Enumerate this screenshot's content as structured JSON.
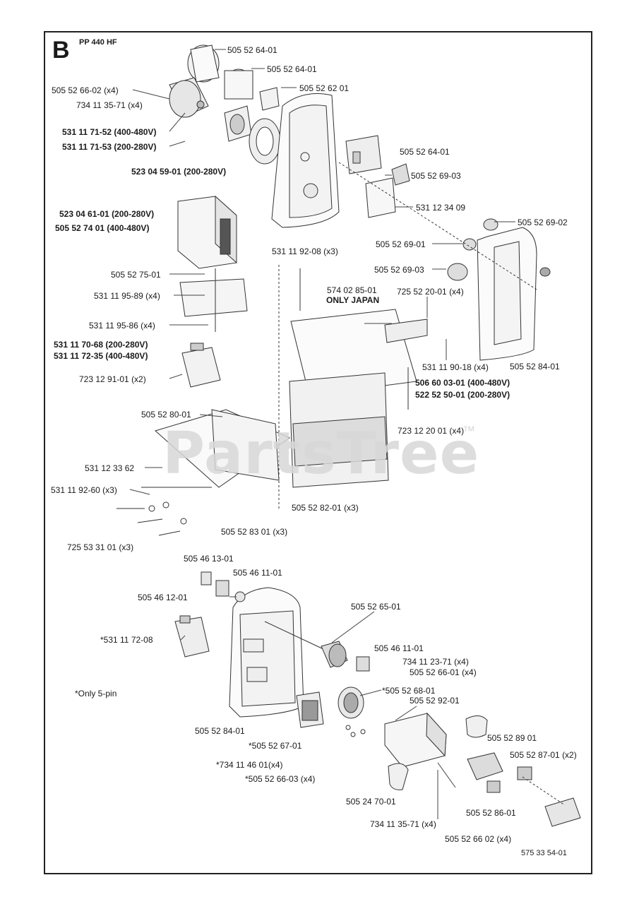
{
  "section_letter": "B",
  "model": "PP 440 HF",
  "watermark": "PartsTree",
  "watermark_tm": "™",
  "footnote": "*Only 5-pin",
  "figure_number": "575 33 54-01",
  "parts": [
    {
      "id": "p1",
      "text": "505 52 64-01"
    },
    {
      "id": "p2",
      "text": "505 52 64-01"
    },
    {
      "id": "p3",
      "text": "505 52 66-02 (x4)"
    },
    {
      "id": "p4",
      "text": "734 11 35-71 (x4)"
    },
    {
      "id": "p5",
      "text": "505 52 62 01"
    },
    {
      "id": "p6",
      "text": "531 11 71-52 (400-480V)"
    },
    {
      "id": "p7",
      "text": "531 11 71-53 (200-280V)"
    },
    {
      "id": "p8",
      "text": "505 52 64-01"
    },
    {
      "id": "p9",
      "text": "523 04 59-01 (200-280V)"
    },
    {
      "id": "p10",
      "text": "505 52 69-03"
    },
    {
      "id": "p11",
      "text": "531 12 34 09"
    },
    {
      "id": "p12",
      "text": "523 04 61-01 (200-280V)"
    },
    {
      "id": "p13",
      "text": "505 52 74 01 (400-480V)"
    },
    {
      "id": "p14",
      "text": "505 52 69-02"
    },
    {
      "id": "p15",
      "text": "531 11 92-08 (x3)"
    },
    {
      "id": "p16",
      "text": "505 52 69-01"
    },
    {
      "id": "p17",
      "text": "505 52 75-01"
    },
    {
      "id": "p18",
      "text": "505 52 69-03"
    },
    {
      "id": "p19",
      "text": "574 02 85-01"
    },
    {
      "id": "p20",
      "text": "ONLY JAPAN"
    },
    {
      "id": "p21",
      "text": "725 52 20-01 (x4)"
    },
    {
      "id": "p22",
      "text": "531 11 95-89 (x4)"
    },
    {
      "id": "p23",
      "text": "531 11 95-86 (x4)"
    },
    {
      "id": "p24",
      "text": "531 11 70-68 (200-280V)"
    },
    {
      "id": "p25",
      "text": "531 11 72-35 (400-480V)"
    },
    {
      "id": "p26",
      "text": "531 11 90-18 (x4)"
    },
    {
      "id": "p27",
      "text": "505 52 84-01"
    },
    {
      "id": "p28",
      "text": "723 12 91-01 (x2)"
    },
    {
      "id": "p29",
      "text": "506 60 03-01 (400-480V)"
    },
    {
      "id": "p30",
      "text": "522 52 50-01 (200-280V)"
    },
    {
      "id": "p31",
      "text": "505 52 80-01"
    },
    {
      "id": "p32",
      "text": "723 12 20 01 (x4)"
    },
    {
      "id": "p33",
      "text": "531 12 33 62"
    },
    {
      "id": "p34",
      "text": "531 11 92-60 (x3)"
    },
    {
      "id": "p35",
      "text": "505 52 82-01 (x3)"
    },
    {
      "id": "p36",
      "text": "505 52 83 01 (x3)"
    },
    {
      "id": "p37",
      "text": "725 53 31 01 (x3)"
    },
    {
      "id": "p38",
      "text": "505 46 13-01"
    },
    {
      "id": "p39",
      "text": "505 46 11-01"
    },
    {
      "id": "p40",
      "text": "505 46 12-01"
    },
    {
      "id": "p41",
      "text": "505 52 65-01"
    },
    {
      "id": "p42",
      "text": "*531 11 72-08"
    },
    {
      "id": "p43",
      "text": "505 46 11-01"
    },
    {
      "id": "p44",
      "text": "734 11 23-71 (x4)"
    },
    {
      "id": "p45",
      "text": "505 52 66-01 (x4)"
    },
    {
      "id": "p46",
      "text": "*505 52 68-01"
    },
    {
      "id": "p47",
      "text": "505 52 92-01"
    },
    {
      "id": "p48",
      "text": "505 52 84-01"
    },
    {
      "id": "p49",
      "text": "505 52 89 01"
    },
    {
      "id": "p50",
      "text": "*505 52 67-01"
    },
    {
      "id": "p51",
      "text": "505 52 87-01 (x2)"
    },
    {
      "id": "p52",
      "text": "*734 11 46 01(x4)"
    },
    {
      "id": "p53",
      "text": "*505 52 66-03 (x4)"
    },
    {
      "id": "p54",
      "text": "505 24 70-01"
    },
    {
      "id": "p55",
      "text": "505 52 86-01"
    },
    {
      "id": "p56",
      "text": "734 11 35-71 (x4)"
    },
    {
      "id": "p57",
      "text": "505 52 66 02 (x4)"
    }
  ]
}
